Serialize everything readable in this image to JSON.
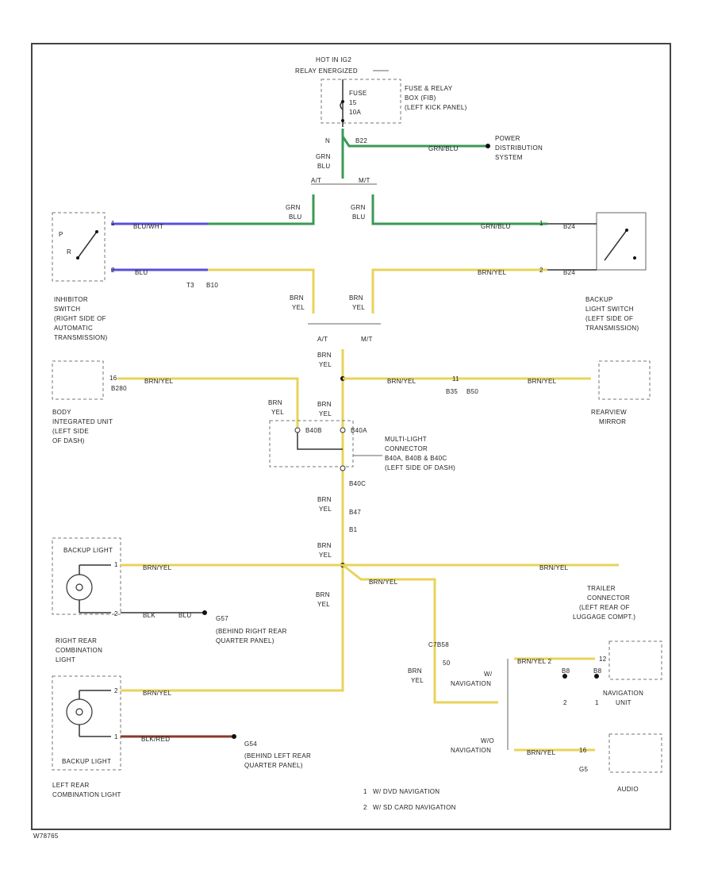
{
  "header": {
    "power_line1": "HOT IN IG2",
    "power_line2": "RELAY ENERGIZED"
  },
  "fuse": {
    "name": "FUSE",
    "number": "15",
    "amps": "10A",
    "box_line1": "FUSE & RELAY",
    "box_line2": "BOX (FIB)",
    "box_line3": "(LEFT KICK PANEL)",
    "pin": "N",
    "connector": "B22"
  },
  "power_dist": {
    "wire": "GRN/BLU",
    "line1": "POWER",
    "line2": "DISTRIBUTION",
    "line3": "SYSTEM"
  },
  "branch_top": {
    "at": "A/T",
    "mt": "M/T",
    "wire_color1": "GRN",
    "wire_color2": "BLU"
  },
  "inhibitor": {
    "line1": "INHIBITOR",
    "line2": "SWITCH",
    "line3": "(RIGHT SIDE OF",
    "line4": "AUTOMATIC",
    "line5": "TRANSMISSION)",
    "wire_top": "BLU/WHT",
    "wire_bot": "BLU",
    "pin_top": "1",
    "pin_bot": "2",
    "conn1": "T3",
    "conn2": "B10",
    "pin_p": "P",
    "pin_r": "R"
  },
  "backup_switch": {
    "line1": "BACKUP",
    "line2": "LIGHT SWITCH",
    "line3": "(LEFT SIDE OF",
    "line4": "TRANSMISSION)",
    "wire_top": "GRN/BLU",
    "wire_bot": "BRN/YEL",
    "pin_top": "1",
    "pin_bot": "2",
    "conn": "B24"
  },
  "branch_mid": {
    "at": "A/T",
    "mt": "M/T",
    "wire_color1": "BRN",
    "wire_color2": "YEL"
  },
  "body_unit": {
    "line1": "BODY",
    "line2": "INTEGRATED UNIT",
    "line3": "(LEFT SIDE",
    "line4": "OF DASH)",
    "wire": "BRN/YEL",
    "pin": "16",
    "conn": "B280"
  },
  "rearview": {
    "line1": "REARVIEW",
    "line2": "MIRROR",
    "wire": "BRN/YEL",
    "pin": "11",
    "conn1": "B35",
    "conn2": "B50"
  },
  "multi_conn": {
    "line1": "MULTI-LIGHT",
    "line2": "CONNECTOR",
    "line3": "B40A, B40B & B40C",
    "line4": "(LEFT SIDE OF DASH)",
    "c1": "B40B",
    "c2": "B40A",
    "c3": "B40C",
    "c4": "B47",
    "c5": "B1"
  },
  "backup_right": {
    "label": "BACKUP LIGHT",
    "line1": "RIGHT REAR",
    "line2": "COMBINATION",
    "line3": "LIGHT",
    "wire": "BRN/YEL",
    "gnd_wire": "BLK",
    "gnd_wire2": "BLU",
    "ground": "G57",
    "ground_line1": "(BEHIND RIGHT REAR",
    "ground_line2": "QUARTER PANEL)",
    "pin1": "1",
    "pin2": "2"
  },
  "trailer": {
    "wire": "BRN/YEL",
    "line1": "TRAILER",
    "line2": "CONNECTOR",
    "line3": "(LEFT REAR OF",
    "line4": "LUGGAGE COMPT.)"
  },
  "backup_left": {
    "label": "BACKUP LIGHT",
    "line1": "LEFT REAR",
    "line2": "COMBINATION LIGHT",
    "wire": "BRN/YEL",
    "gnd_wire": "BLK/RED",
    "ground": "G54",
    "ground_line1": "(BEHIND LEFT REAR",
    "ground_line2": "QUARTER PANEL)",
    "pin1": "2",
    "pin2": "1"
  },
  "navigation": {
    "conn": "C7B58",
    "pin": "50",
    "wire": "BRN/YEL",
    "wire_color1": "BRN",
    "wire_color2": "YEL",
    "w_label": "W/",
    "w_nav": "NAVIGATION",
    "wo_label": "W/O",
    "wo_nav": "NAVIGATION",
    "unit_line1": "NAVIGATION",
    "unit_line2": "UNIT",
    "audio": "AUDIO",
    "nav_pin": "12",
    "audio_pin": "16",
    "nav_conn": "B8",
    "audio_conn": "G5",
    "mark1": "2",
    "mark2": "1",
    "wire2_label": "BRN/YEL 2"
  },
  "legend": {
    "n1": "1",
    "t1": "W/ DVD NAVIGATION",
    "n2": "2",
    "t2": "W/ SD CARD NAVIGATION"
  },
  "footer": {
    "code": "W78765"
  },
  "colors": {
    "yellow": "#e8d35a",
    "green": "#3a9a54",
    "blue": "#5a4fd8",
    "red": "#8a3a2a"
  }
}
